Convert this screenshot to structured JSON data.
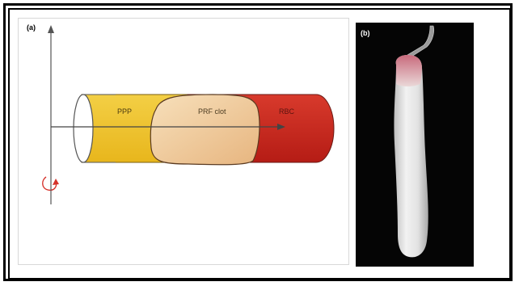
{
  "panel_a": {
    "letter": "(a)",
    "labels": {
      "ppp": "PPP",
      "prf_clot": "PRF clot",
      "rbc": "RBC"
    },
    "colors": {
      "ppp": "#f0c22e",
      "prf_clot": "#f2cf9a",
      "rbc": "#c8231d",
      "axis": "#555555",
      "rotation_arrow": "#d6312a"
    },
    "icons": [
      "vertical-axis-arrow",
      "horizontal-axis-arrow",
      "rotation-arrow-icon"
    ]
  },
  "panel_b": {
    "letter": "(b)",
    "description_colors": {
      "background": "#050505",
      "clot_body": "#e8e8e8",
      "clot_tip": "#d98a9a"
    }
  }
}
